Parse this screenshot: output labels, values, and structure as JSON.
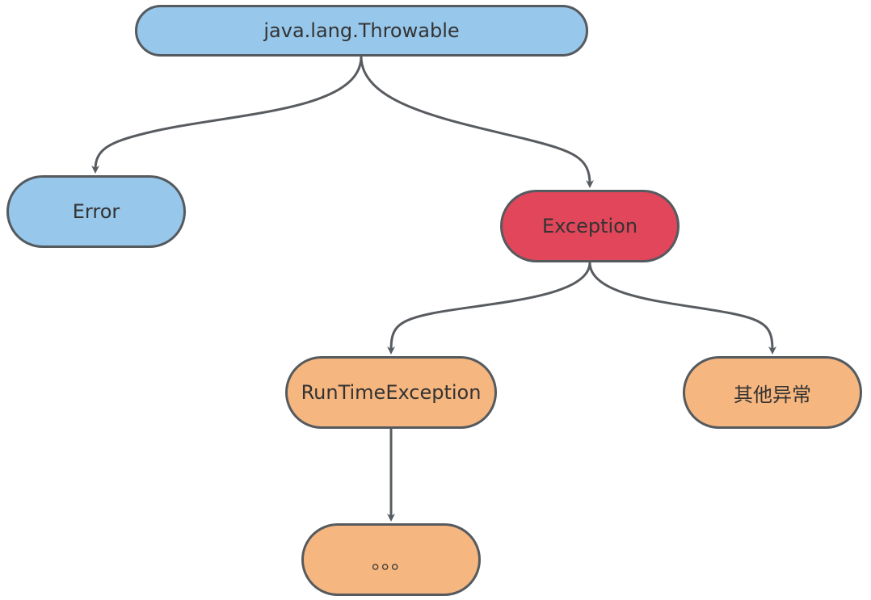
{
  "diagram": {
    "colors": {
      "root": "#97c7ea",
      "error": "#97c7ea",
      "exception": "#e2465a",
      "subclass": "#f6b67f",
      "edge": "#585c60"
    },
    "nodes": {
      "throwable": {
        "label": "java.lang.Throwable"
      },
      "error": {
        "label": "Error"
      },
      "exception": {
        "label": "Exception"
      },
      "runtime": {
        "label": "RunTimeException"
      },
      "other": {
        "label": "其他异常"
      },
      "more": {
        "label": "。。。"
      }
    },
    "edges": [
      {
        "from": "throwable",
        "to": "error"
      },
      {
        "from": "throwable",
        "to": "exception"
      },
      {
        "from": "exception",
        "to": "runtime"
      },
      {
        "from": "exception",
        "to": "other"
      },
      {
        "from": "runtime",
        "to": "more"
      }
    ]
  }
}
